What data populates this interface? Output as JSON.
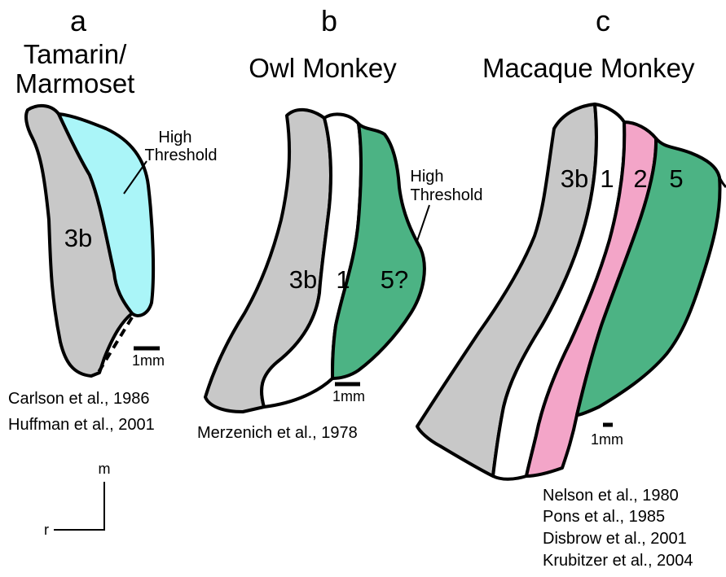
{
  "colors": {
    "gray": "#c8c8c8",
    "cyan": "#aaf5f8",
    "green": "#4cb384",
    "pink": "#f3a5c8",
    "white": "#ffffff"
  },
  "panels": {
    "a": {
      "letter": "a",
      "title_line1": "Tamarin/",
      "title_line2": "Marmoset",
      "label_3b": "3b",
      "ht_line1": "High",
      "ht_line2": "Threshold",
      "scale": "1mm",
      "citations": [
        "Carlson et al., 1986",
        "Huffman et al., 2001"
      ]
    },
    "b": {
      "letter": "b",
      "title": "Owl Monkey",
      "label_3b": "3b",
      "label_1": "1",
      "label_5": "5?",
      "ht_line1": "High",
      "ht_line2": "Threshold",
      "scale": "1mm",
      "citations": [
        "Merzenich et al., 1978"
      ]
    },
    "c": {
      "letter": "c",
      "title": "Macaque Monkey",
      "label_3b": "3b",
      "label_1": "1",
      "label_2": "2",
      "label_5": "5",
      "scale": "1mm",
      "citations": [
        "Nelson et al., 1980",
        "Pons et al., 1985",
        "Disbrow et al., 2001",
        "Krubitzer et al., 2004"
      ]
    }
  },
  "orientation": {
    "medial": "m",
    "rostral": "r"
  }
}
